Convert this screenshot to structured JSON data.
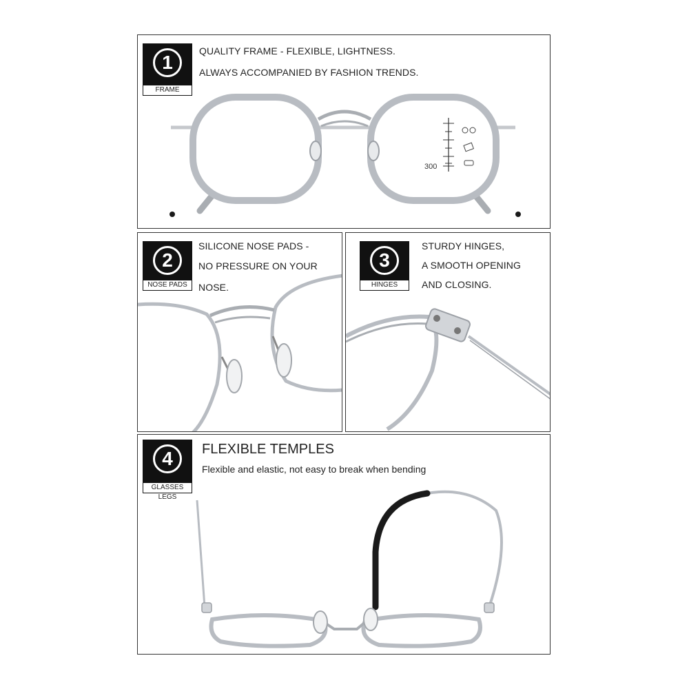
{
  "panels": [
    {
      "number": "1",
      "tag": "FRAME",
      "lines": [
        "QUALITY FRAME - FLEXIBLE, LIGHTNESS.",
        "ALWAYS ACCOMPANIED BY FASHION TRENDS."
      ],
      "lens_scale_label": "300"
    },
    {
      "number": "2",
      "tag": "NOSE PADS",
      "lines": [
        "SILICONE NOSE PADS -",
        "NO PRESSURE ON YOUR NOSE."
      ]
    },
    {
      "number": "3",
      "tag": "HINGES",
      "lines": [
        "STURDY HINGES,",
        "A SMOOTH OPENING",
        "AND CLOSING."
      ]
    },
    {
      "number": "4",
      "tag": "GLASSES LEGS",
      "title": "FLEXIBLE TEMPLES",
      "subtitle": "Flexible and elastic, not easy to break when bending"
    }
  ],
  "colors": {
    "frame": "#b8bcc2",
    "frame_dark": "#8c9096",
    "tip": "#1a1a1a",
    "badge": "#111111"
  }
}
